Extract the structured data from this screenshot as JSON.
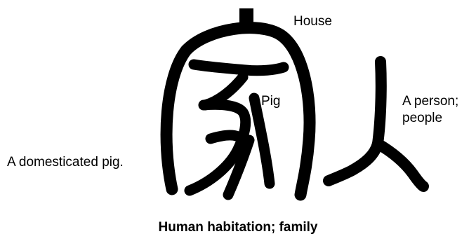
{
  "labels": {
    "house": "House",
    "pig": "Pig",
    "person_line1": "A person;",
    "person_line2": "people",
    "domesticated": "A domesticated pig."
  },
  "caption": "Human habitation; family",
  "colors": {
    "ink": "#000000",
    "background": "#ffffff"
  }
}
